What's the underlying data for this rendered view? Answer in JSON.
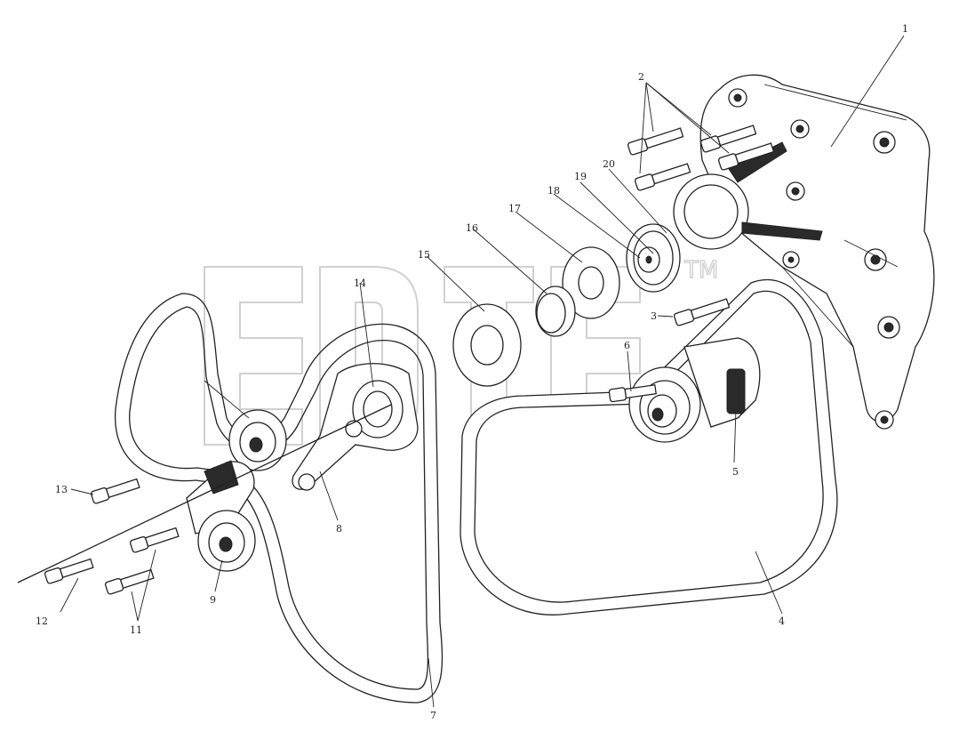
{
  "diagram": {
    "callouts": [
      "1",
      "2",
      "3",
      "4",
      "5",
      "6",
      "7",
      "8",
      "9",
      "11",
      "12",
      "13",
      "14",
      "15",
      "16",
      "17",
      "18",
      "19",
      "20"
    ],
    "watermark": "TM"
  }
}
